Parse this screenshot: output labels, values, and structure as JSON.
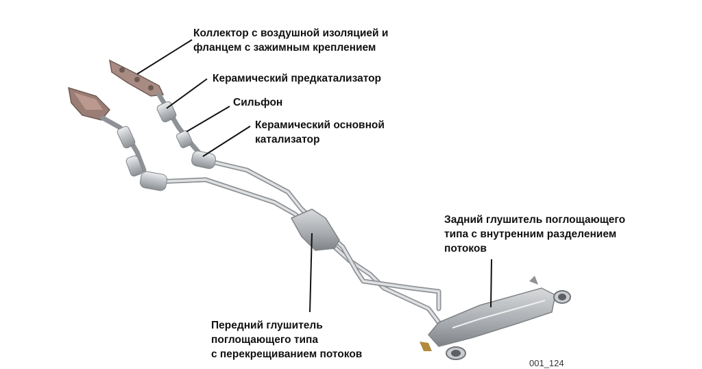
{
  "labels": {
    "manifold": [
      "Коллектор с воздушной изоляцией и",
      "фланцем с зажимным креплением"
    ],
    "precat": [
      "Керамический предкатализатор"
    ],
    "bellows": [
      "Сильфон"
    ],
    "main_cat": [
      "Керамический основной",
      "катализатор"
    ],
    "rear_muffler": [
      "Задний глушитель поглощающего",
      "типа с внутренним разделением",
      "потоков"
    ],
    "front_muffler": [
      "Передний глушитель",
      "поглощающего типа",
      "с перекрещиванием потоков"
    ]
  },
  "figure_number": "001_124",
  "colors": {
    "pipe": "#c9ccd0",
    "pipe_edge": "#8e9296",
    "leader": "#111111",
    "text": "#111111"
  }
}
